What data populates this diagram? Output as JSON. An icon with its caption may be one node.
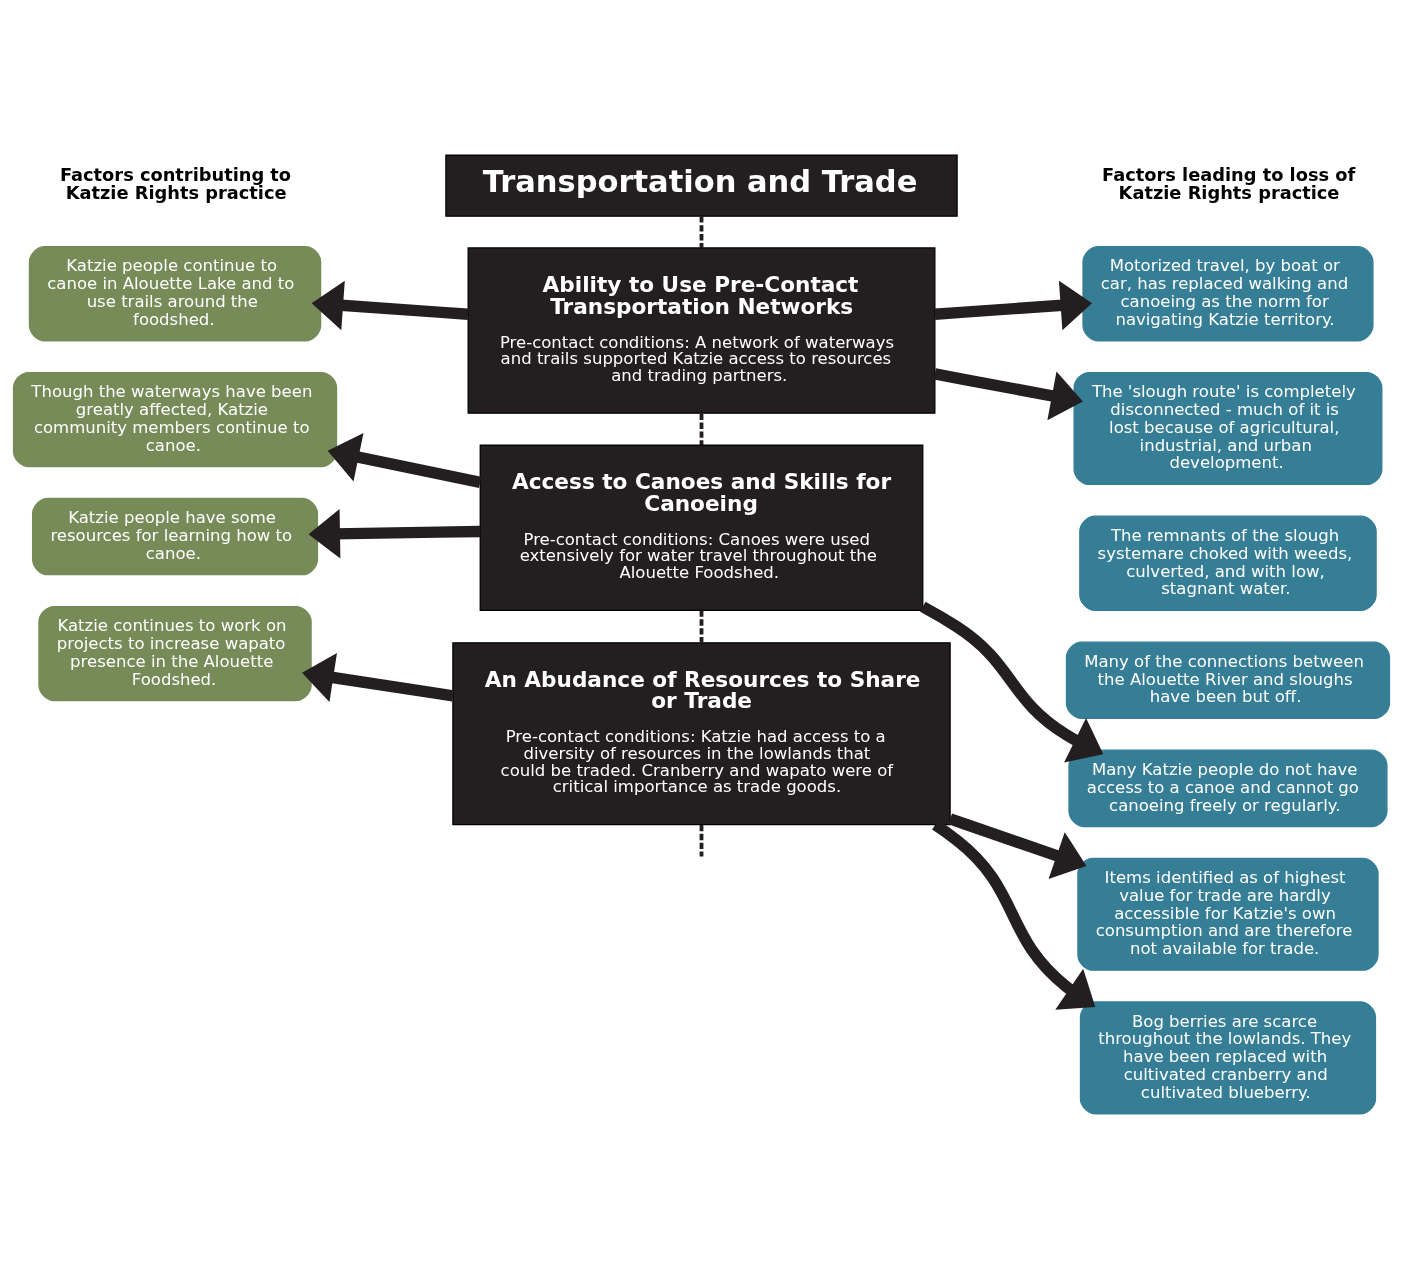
{
  "diagram": {
    "nodes": [
      {
        "text": [
          "Transportation and Trade"
        ]
      },
      {
        "text": [
          "Motorized travel, by boat or car, has replaced walking and canoeing as the norm for navigating Katzie territory."
        ]
      },
      {
        "text": [
          "Katzie people continue to canoe in Alouette Lake and to use trails around the foodshed."
        ]
      },
      {
        "text": [
          "Ability to Use Pre-Contact Transportation Networks",
          "Pre-contact conditions: A network of waterways and trails supported Katzie access to resources and trading partners."
        ]
      },
      {
        "text": [
          "The 'slough route' is completely disconnected - much of it is lost because of agricultural, industrial, and urban development."
        ]
      },
      {
        "text": [
          "The remnants of the slough systemare choked with weeds, culverted, and with low, stagnant water."
        ]
      },
      {
        "text": [
          "Many of the connections between the Alouette River and sloughs have been but off."
        ]
      },
      {
        "text": [
          "Though the waterways have been greatly affected, Katzie community members continue to canoe."
        ]
      },
      {
        "text": [
          "Access to Canoes and Skills for Canoeing",
          "Pre-contact conditions: Canoes were used extensively for water travel throughout the Alouette Foodshed."
        ]
      },
      {
        "text": [
          "Many Katzie people do not have access to a canoe and cannot go canoeing freely or regularly."
        ]
      },
      {
        "text": [
          "Katzie people have some resources for learning how to canoe."
        ]
      },
      {
        "text": [
          "Items identified as of highest value for trade are hardly accessible for Katzie's own consumption and are therefore not available for trade."
        ]
      },
      {
        "text": [
          "Katzie continues to work on projects to increase wapato presence in the Alouette Foodshed."
        ]
      },
      {
        "text": [
          "An Abudance of Resources to Share or Trade",
          "Pre-contact conditions: Katzie had access to a diversity of resources in the lowlands that could be traded. Cranberry and wapato were of critical importance as trade goods."
        ]
      },
      {
        "text": [
          "Bog berries are scarce throughout the lowlands. They have been replaced with cultivated cranberry and cultivated blueberry."
        ]
      }
    ],
    "edges": [
      {
        "from": 0,
        "to": 3,
        "arrow": "none",
        "style": "dashed"
      },
      {
        "from": 3,
        "to": 8,
        "arrow": "none",
        "style": "dashed"
      },
      {
        "from": 8,
        "to": 13,
        "arrow": "none",
        "style": "dashed"
      },
      {
        "from": 13,
        "to": null,
        "arrow": "none",
        "style": "dashed"
      },
      {
        "from": 3,
        "to": 2,
        "arrow": "to"
      },
      {
        "from": 3,
        "to": 1,
        "arrow": "to"
      },
      {
        "from": 3,
        "to": 4,
        "arrow": "to"
      },
      {
        "from": 8,
        "to": 7,
        "arrow": "to"
      },
      {
        "from": 8,
        "to": 10,
        "arrow": "to"
      },
      {
        "from": 8,
        "to": 9,
        "arrow": "to"
      },
      {
        "from": 13,
        "to": 12,
        "arrow": "to"
      },
      {
        "from": 13,
        "to": 11,
        "arrow": "to"
      },
      {
        "from": 13,
        "to": 14,
        "arrow": "to"
      }
    ],
    "labels": [
      "Factors contributing to Katzie Rights practice",
      "Factors leading to loss of Katzie Rights practice"
    ]
  }
}
